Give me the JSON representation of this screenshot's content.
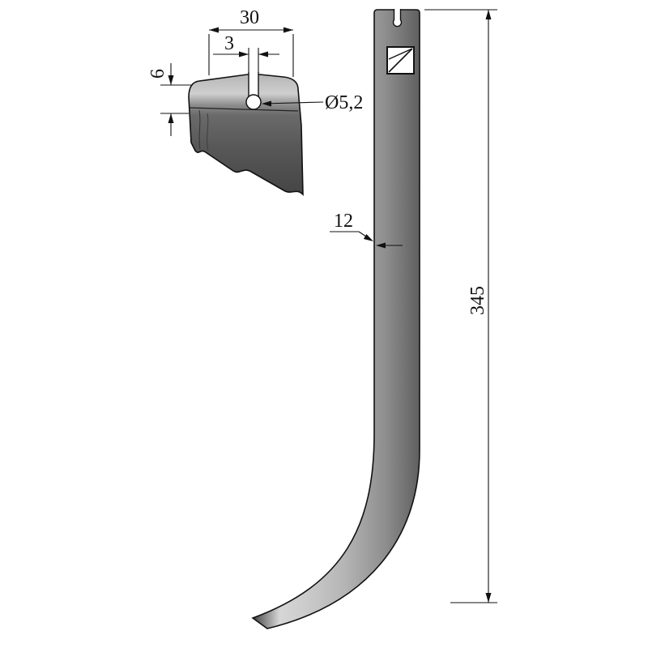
{
  "title": "Technical drawing of curved cultivator tine blade",
  "drawing": {
    "dims": {
      "top_width": "30",
      "slot_width": "3",
      "lip_thickness": "6",
      "hole_diameter": "Ø5,2",
      "blade_thickness": "12",
      "overall_length": "345"
    },
    "colors": {
      "outline": "#111111",
      "background": "#ffffff",
      "metal_light": "#d6d6d6",
      "metal_mid": "#8d8d8d",
      "metal_dark": "#454545"
    }
  }
}
